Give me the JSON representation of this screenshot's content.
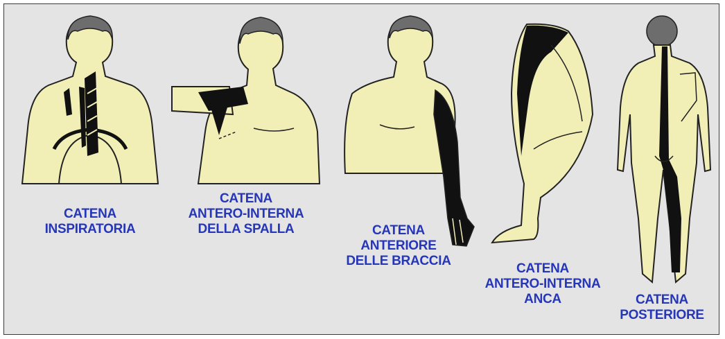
{
  "palette": {
    "background": "#e4e4e4",
    "skin": "#f1eeb6",
    "hair": "#6d6d6d",
    "outline": "#222222",
    "muscle": "#111111",
    "label": "#2636b8"
  },
  "figures": [
    {
      "id": "inspiratoria",
      "view": "front torso",
      "label_lines": [
        "CATENA",
        "INSPIRATORIA"
      ]
    },
    {
      "id": "spalla",
      "view": "front torso, raised arm",
      "label_lines": [
        "CATENA",
        "ANTERO-INTERNA",
        "DELLA SPALLA"
      ]
    },
    {
      "id": "braccia",
      "view": "front torso, full arm",
      "label_lines": [
        "CATENA",
        "ANTERIORE",
        "DELLE BRACCIA"
      ]
    },
    {
      "id": "anca",
      "view": "leg, side",
      "label_lines": [
        "CATENA",
        "ANTERO-INTERNA",
        "ANCA"
      ]
    },
    {
      "id": "posteriore",
      "view": "full body, back",
      "label_lines": [
        "CATENA",
        "POSTERIORE"
      ]
    }
  ]
}
